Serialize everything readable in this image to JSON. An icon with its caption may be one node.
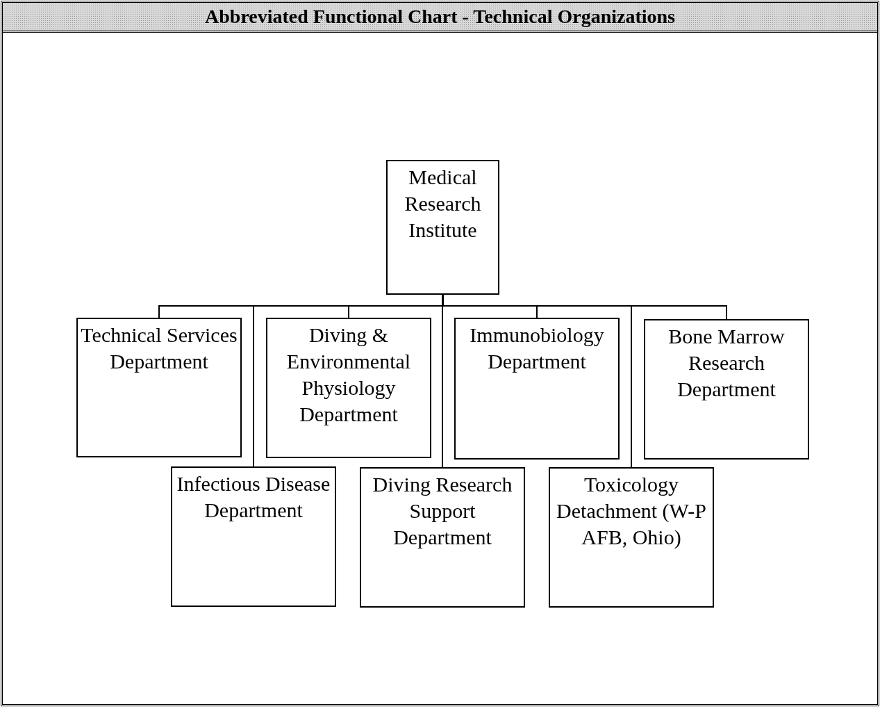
{
  "diagram": {
    "title": "Abbreviated Functional Chart - Technical Organizations",
    "nodes": [
      {
        "text": [
          "Medical Research Institute"
        ]
      },
      {
        "text": [
          "Technical Services Department"
        ]
      },
      {
        "text": [
          "Diving & Environmental Physiology Department"
        ]
      },
      {
        "text": [
          "Immunobiology Department"
        ]
      },
      {
        "text": [
          "Bone Marrow Research Department"
        ]
      },
      {
        "text": [
          "Infectious Disease Department"
        ]
      },
      {
        "text": [
          "Diving Research Support Department"
        ]
      },
      {
        "text": [
          "Toxicology Detachment (W-P AFB, Ohio)"
        ]
      }
    ],
    "edges": [
      {
        "from": 0,
        "to": 1,
        "arrow": "none"
      },
      {
        "from": 0,
        "to": 5,
        "arrow": "none"
      },
      {
        "from": 0,
        "to": 2,
        "arrow": "none"
      },
      {
        "from": 0,
        "to": 6,
        "arrow": "none"
      },
      {
        "from": 0,
        "to": 3,
        "arrow": "none"
      },
      {
        "from": 0,
        "to": 7,
        "arrow": "none"
      },
      {
        "from": 0,
        "to": 4,
        "arrow": "none"
      }
    ]
  }
}
